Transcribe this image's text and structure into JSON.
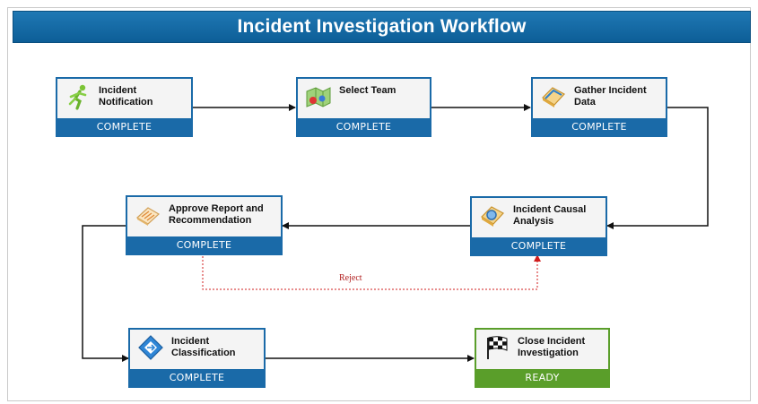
{
  "title": "Incident Investigation Workflow",
  "nodes": [
    {
      "id": "incident-notification",
      "label": "Incident Notification",
      "status": "COMPLETE",
      "icon": "runner-icon"
    },
    {
      "id": "select-team",
      "label": "Select Team",
      "status": "COMPLETE",
      "icon": "team-map-icon"
    },
    {
      "id": "gather-incident-data",
      "label": "Gather Incident Data",
      "status": "COMPLETE",
      "icon": "folder-icon"
    },
    {
      "id": "incident-causal-analysis",
      "label": "Incident Causal Analysis",
      "status": "COMPLETE",
      "icon": "analysis-icon"
    },
    {
      "id": "approve-report",
      "label": "Approve Report and Recommendation",
      "status": "COMPLETE",
      "icon": "document-icon"
    },
    {
      "id": "incident-classification",
      "label": "Incident Classification",
      "status": "COMPLETE",
      "icon": "diamond-icon"
    },
    {
      "id": "close-incident-investigation",
      "label": "Close Incident Investigation",
      "status": "READY",
      "icon": "checkered-flag-icon"
    }
  ],
  "reject_label": "Reject",
  "colors": {
    "complete": "#1a6aa8",
    "ready": "#5a9e2a",
    "reject": "#b01c1c"
  }
}
